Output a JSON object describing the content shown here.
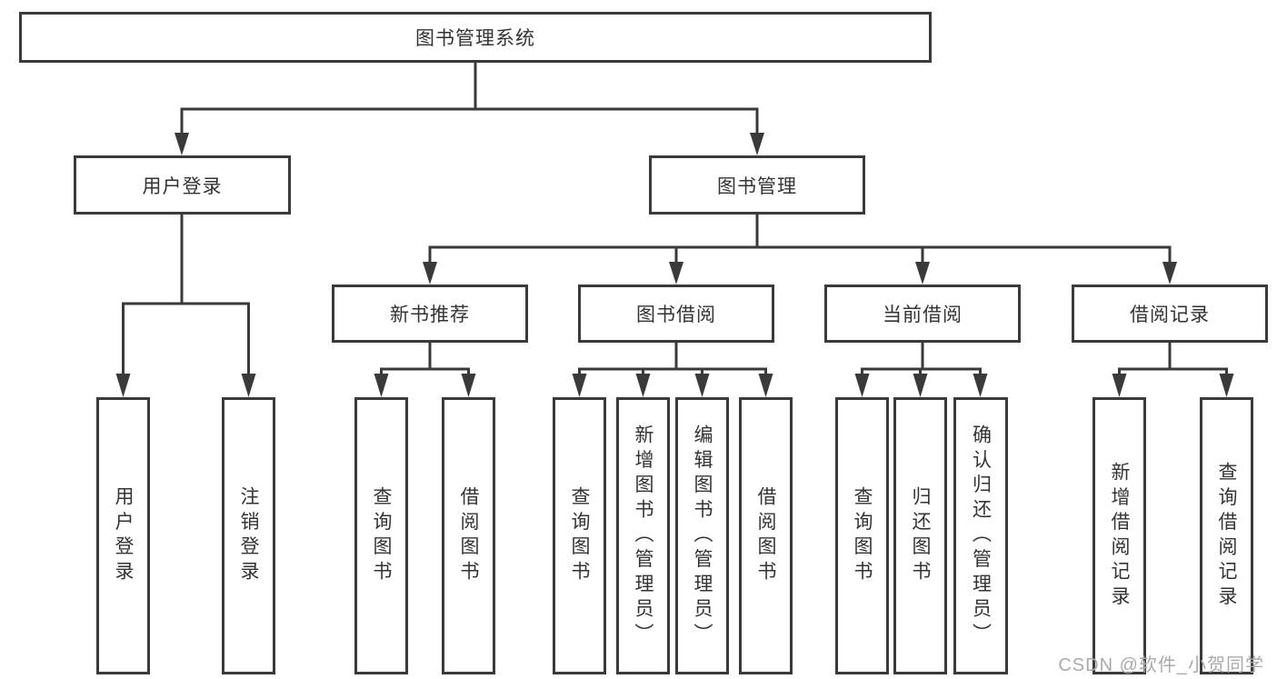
{
  "diagram": {
    "title": "图书管理系统",
    "branches": [
      {
        "label": "用户登录",
        "children": [
          {
            "label": "用户登录"
          },
          {
            "label": "注销登录"
          }
        ]
      },
      {
        "label": "图书管理",
        "children": [
          {
            "label": "新书推荐",
            "children": [
              {
                "label": "查询图书"
              },
              {
                "label": "借阅图书"
              }
            ]
          },
          {
            "label": "图书借阅",
            "children": [
              {
                "label": "查询图书"
              },
              {
                "label": "新增图书（管理员）"
              },
              {
                "label": "编辑图书（管理员）"
              },
              {
                "label": "借阅图书"
              }
            ]
          },
          {
            "label": "当前借阅",
            "children": [
              {
                "label": "查询图书"
              },
              {
                "label": "归还图书"
              },
              {
                "label": "确认归还（管理员）"
              }
            ]
          },
          {
            "label": "借阅记录",
            "children": [
              {
                "label": "新增借阅记录"
              },
              {
                "label": "查询借阅记录"
              }
            ]
          }
        ]
      }
    ]
  },
  "watermark": {
    "text": "CSDN @软件_小贺同学"
  },
  "colors": {
    "line": "#3a3a3a",
    "text": "#333333",
    "watermark": "#a9aaac",
    "background": "#ffffff"
  }
}
